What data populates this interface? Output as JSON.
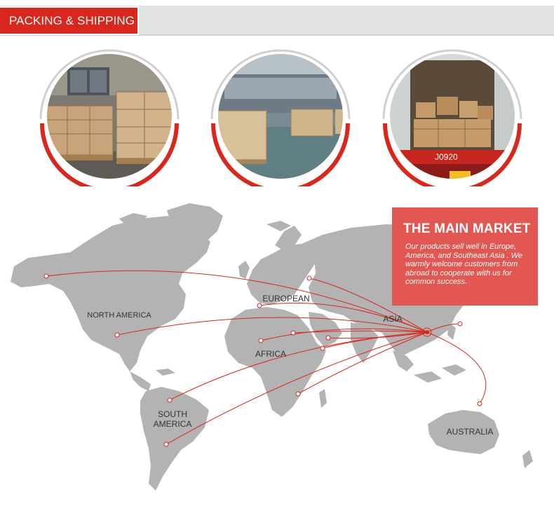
{
  "header": {
    "title": "PACKING & SHIPPING"
  },
  "photos": [
    {
      "name": "warehouse-pallets-photo"
    },
    {
      "name": "wooden-crates-photo"
    },
    {
      "name": "container-loading-photo",
      "plate_text": "J0920"
    }
  ],
  "market": {
    "title": "THE MAIN MARKET",
    "text": "Our products sell well in Europe, America,  and Southeast Asia . We warmly welcome customers from abroad to cooperate with us for common success."
  },
  "regions": {
    "north_america": "NORTH AMERICA",
    "european": "EUROPEAN",
    "asia": "ASIA",
    "africa": "AFRICA",
    "south_america_1": "SOUTH",
    "south_america_2": "AMERICA",
    "australia": "AUSTRALIA"
  },
  "colors": {
    "accent": "#d9271e",
    "map_land": "#b3b3b3",
    "route_line": "#d9271e",
    "market_box": "#e35752"
  }
}
